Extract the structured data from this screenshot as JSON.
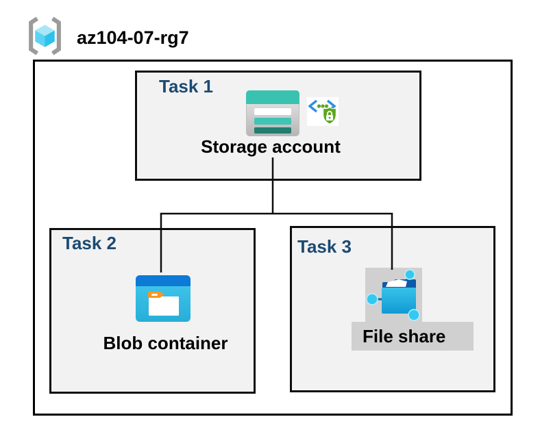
{
  "resource_group": {
    "name": "az104-07-rg7",
    "icon": "resource-group-icon"
  },
  "tasks": [
    {
      "label": "Task 1",
      "item": "Storage account",
      "icons": [
        "storage-account-icon",
        "secure-access-badge-icon"
      ]
    },
    {
      "label": "Task 2",
      "item": "Blob container",
      "icons": [
        "blob-container-icon"
      ]
    },
    {
      "label": "Task 3",
      "item": "File share",
      "icons": [
        "file-share-icon"
      ]
    }
  ],
  "connections": [
    {
      "from": "Storage account",
      "to": "Blob container"
    },
    {
      "from": "Storage account",
      "to": "File share"
    }
  ],
  "colors": {
    "task_label": "#1b4a72",
    "task_box_fill": "#f2f2f2",
    "box_border": "#000000",
    "highlight_gray": "#d0d0d0",
    "storage_teal": "#3ac2b1",
    "storage_teal_dark": "#207d70",
    "blob_top_blue": "#0d7ad6",
    "blob_body_cyan": "#36c0e8",
    "folder_tab_orange": "#f89722",
    "shield_green": "#5aa71d",
    "code_bracket_blue": "#2f8fe5",
    "file_node_cyan": "#35c9f2",
    "file_flap_navy": "#0c5aa8",
    "rg_bracket_gray": "#9b9b9b",
    "rg_cube_cyan": "#59d3f3"
  }
}
